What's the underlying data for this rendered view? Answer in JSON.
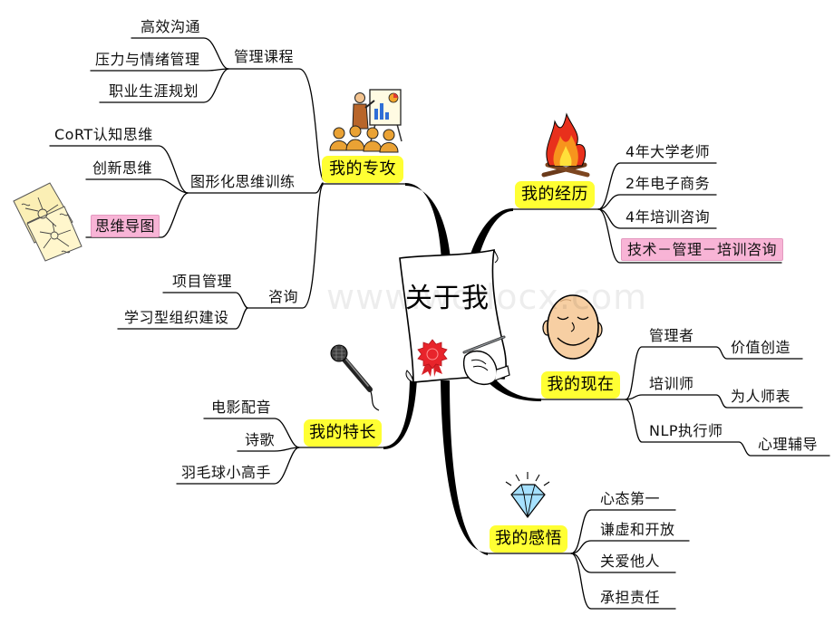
{
  "center": {
    "title": "关于我"
  },
  "watermark": "www.wodocx.com",
  "colors": {
    "topic_highlight": "#ffff33",
    "pink_highlight": "#f8b4d6",
    "lines": "#000000",
    "text": "#111111"
  },
  "icons": {
    "center": "document-icon",
    "specialty": "presenter-icon",
    "visual_thinking": "mind-map-papers-icon",
    "experience": "campfire-icon",
    "present": "smiling-face-icon",
    "talents": "microphone-icon",
    "insights": "diamond-icon"
  },
  "specialty": {
    "label": "我的专攻",
    "management_course": {
      "label": "管理课程",
      "items": [
        "高效沟通",
        "压力与情绪管理",
        "职业生涯规划"
      ]
    },
    "visual_thinking": {
      "label": "图形化思维训练",
      "items": [
        "CoRT认知思维",
        "创新思维",
        "思维导图"
      ]
    },
    "consulting": {
      "label": "咨询",
      "items": [
        "项目管理",
        "学习型组织建设"
      ]
    }
  },
  "experience": {
    "label": "我的经历",
    "items": [
      "4年大学老师",
      "2年电子商务",
      "4年培训咨询",
      "技术－管理－培训咨询"
    ]
  },
  "present": {
    "label": "我的现在",
    "roles": [
      {
        "label": "管理者",
        "detail": "价值创造"
      },
      {
        "label": "培训师",
        "detail": "为人师表"
      },
      {
        "label": "NLP执行师",
        "detail": "心理辅导"
      }
    ]
  },
  "talents": {
    "label": "我的特长",
    "items": [
      "电影配音",
      "诗歌",
      "羽毛球小高手"
    ]
  },
  "insights": {
    "label": "我的感悟",
    "items": [
      "心态第一",
      "谦虚和开放",
      "关爱他人",
      "承担责任"
    ]
  }
}
